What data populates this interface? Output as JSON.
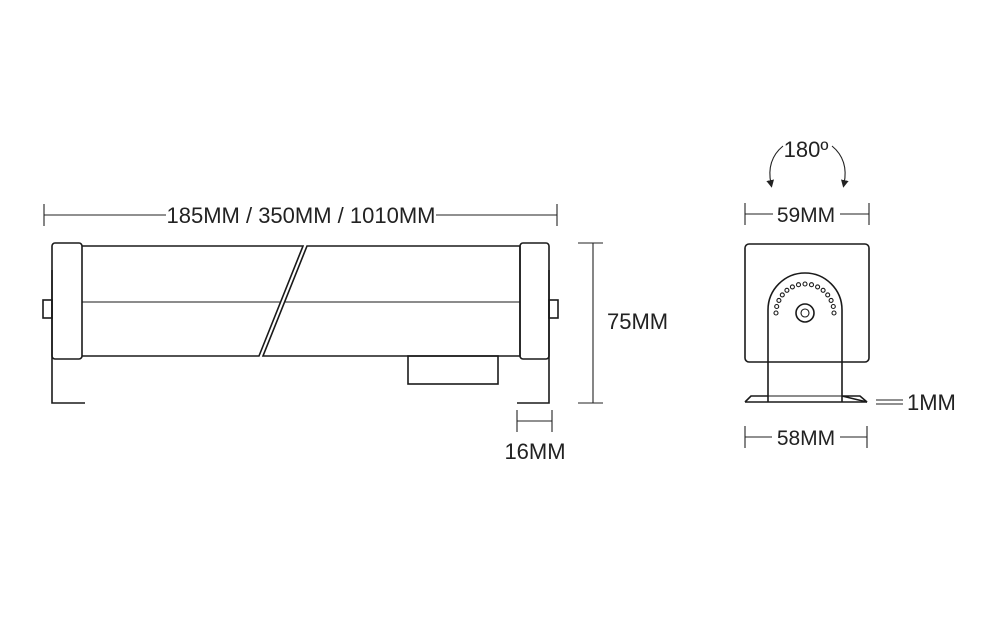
{
  "dimensions": {
    "length": "185MM / 350MM / 1010MM",
    "height": "75MM",
    "bracket_width": "16MM",
    "rotation": "180º",
    "top_width": "59MM",
    "bottom_width": "58MM",
    "thickness": "1MM"
  }
}
